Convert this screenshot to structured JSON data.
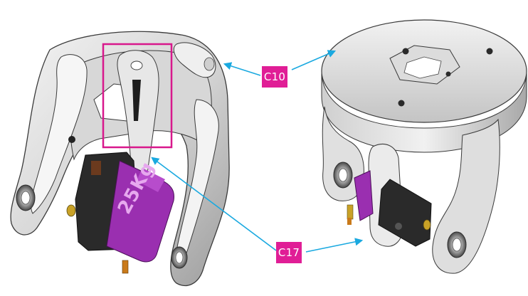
{
  "labels": {
    "c10": "C10",
    "c17": "C17"
  },
  "servo_text": "25Kg",
  "colors": {
    "label_bg": "#e01e96",
    "highlight_box": "#d8188c",
    "arrow": "#1aa9e0",
    "servo_body": "#9a2fb0",
    "servo_case": "#2a2a2a",
    "part_light": "#e9e9e9",
    "part_shade": "#bdbdbd",
    "part_dark": "#8c8c8c",
    "part_edge": "#3a3a3a"
  }
}
